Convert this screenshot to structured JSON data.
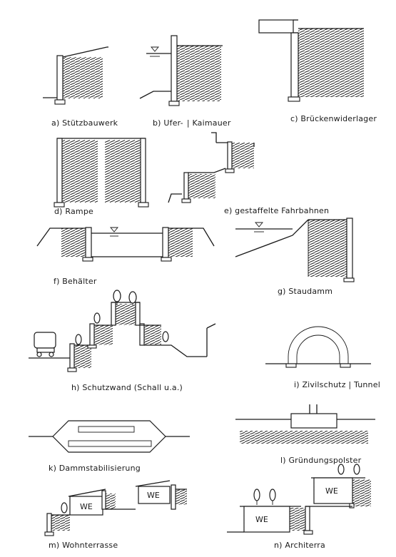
{
  "captions": {
    "a": "a) Stützbauwerk",
    "b": "b) Ufer-  | Kaimauer",
    "c": "c) Brückenwiderlager",
    "d": "d) Rampe",
    "e": "e) gestaffelte Fahrbahnen",
    "f": "f) Behälter",
    "g": "g) Staudamm",
    "h": "h) Schutzwand (Schall u.a.)",
    "i": "i) Zivilschutz | Tunnel",
    "k": "k) Dammstabilisierung",
    "l": "l) Gründungspolster",
    "m": "m) Wohnterrasse",
    "n": "n) Architerra"
  },
  "labels": {
    "we": "WE"
  }
}
